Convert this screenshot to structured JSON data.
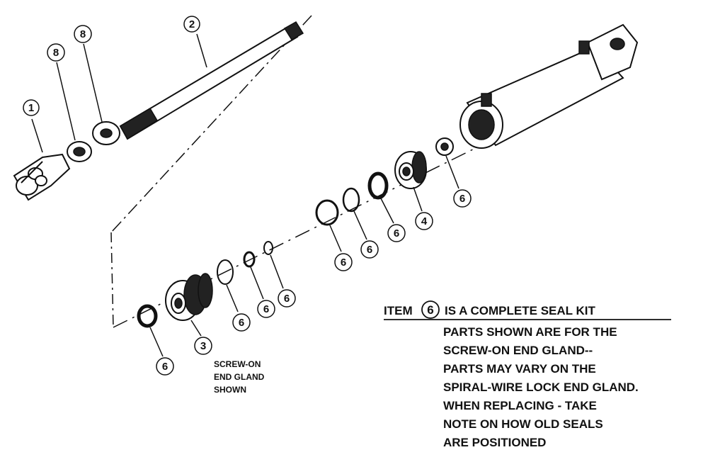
{
  "callouts": {
    "c1": "1",
    "c2": "2",
    "c3": "3",
    "c4": "4",
    "c5": "6",
    "c6": "6",
    "c7": "6",
    "c8": "6",
    "c9": "6",
    "c10": "6",
    "c11": "6",
    "c12": "6",
    "c13": "6",
    "c14": "8",
    "c15": "8"
  },
  "gland_note": {
    "line1": "SCREW-ON",
    "line2": "END GLAND",
    "line3": "SHOWN"
  },
  "seal_kit_note": {
    "item_prefix": "ITEM",
    "item_number": "6",
    "item_suffix": "IS A COMPLETE SEAL KIT",
    "line1": "PARTS SHOWN ARE FOR THE",
    "line2": "SCREW-ON END GLAND--",
    "line3": "PARTS MAY VARY ON THE",
    "line4": "SPIRAL-WIRE LOCK END GLAND.",
    "line5": "WHEN REPLACING - TAKE",
    "line6": "NOTE ON HOW OLD SEALS",
    "line7": "ARE POSITIONED"
  }
}
